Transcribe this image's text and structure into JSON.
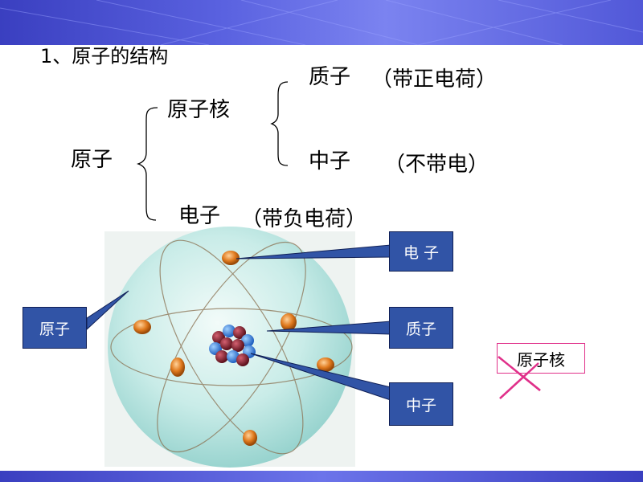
{
  "heading": "1、原子的结构",
  "tree": {
    "root": "原子",
    "nucleus": "原子核",
    "proton": "质子",
    "proton_charge": "（带正电荷）",
    "neutron": "中子",
    "neutron_charge": "（不带电）",
    "electron": "电子",
    "electron_charge": "（带负电荷）"
  },
  "callouts": {
    "electron": "电 子",
    "proton": "质子",
    "neutron": "中子",
    "atom": "原子"
  },
  "crossed_label": "原子核",
  "colors": {
    "band": "#4a52d4",
    "callout_fill": "#3154a6",
    "cross": "#e0308a",
    "proton": "#2f7fe0",
    "neutron": "#8b2030",
    "electron": "#d8741a"
  }
}
